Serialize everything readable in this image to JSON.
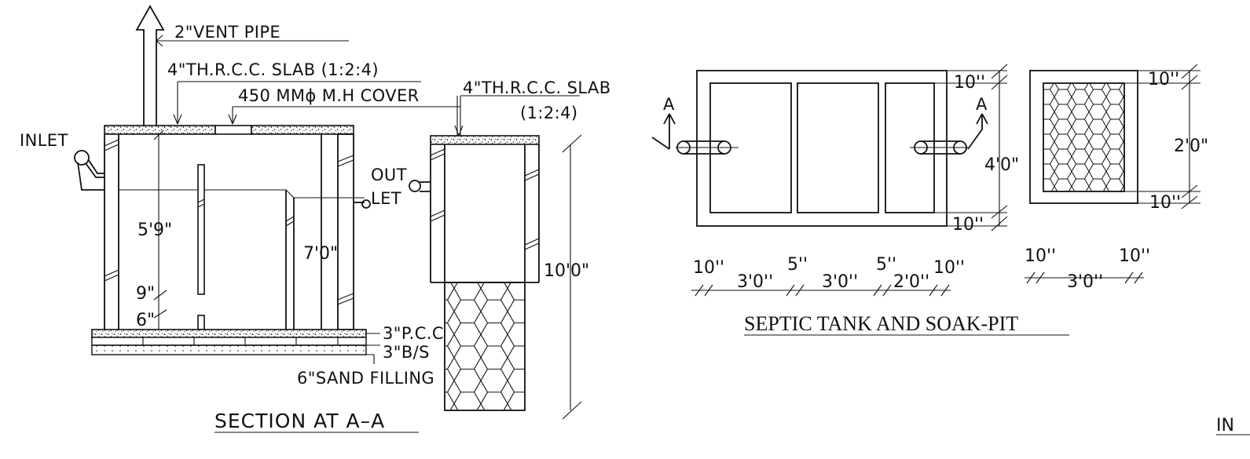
{
  "section": {
    "vent_pipe": "2\"VENT PIPE",
    "slab_left": "4\"TH.R.C.C. SLAB (1:2:4)",
    "mh_cover": "450 MMϕ M.H COVER",
    "slab_right_1": "4\"TH.R.C.C. SLAB",
    "slab_right_2": "(1:2:4)",
    "inlet": "INLET",
    "outlet_1": "OUT",
    "outlet_2": "LET",
    "dim_5_9": "5'9\"",
    "dim_7_0": "7'0\"",
    "dim_9": "9\"",
    "dim_6": "6\"",
    "dim_10_0": "10'0\"",
    "pcc": "3\"P.C.C",
    "bs": "3\"B/S",
    "sand": "6\"SAND FILLING",
    "title": "SECTION AT A–A"
  },
  "plan": {
    "section_mark_left": "A",
    "section_mark_right": "A",
    "dim_top": "10''",
    "dim_mid": "4'0\"",
    "dim_bottom": "10''",
    "bottom_dims": [
      "10''",
      "3'0''",
      "5''",
      "3'0''",
      "5''",
      "2'0''",
      "10''"
    ],
    "title": "SEPTIC TANK AND SOAK-PIT"
  },
  "soak_plan": {
    "dim_top": "10''",
    "dim_mid": "2'0\"",
    "dim_bottom": "10''",
    "bottom_left": "10''",
    "bottom_mid": "3'0''",
    "bottom_right": "10''"
  },
  "edge_text": "IN"
}
